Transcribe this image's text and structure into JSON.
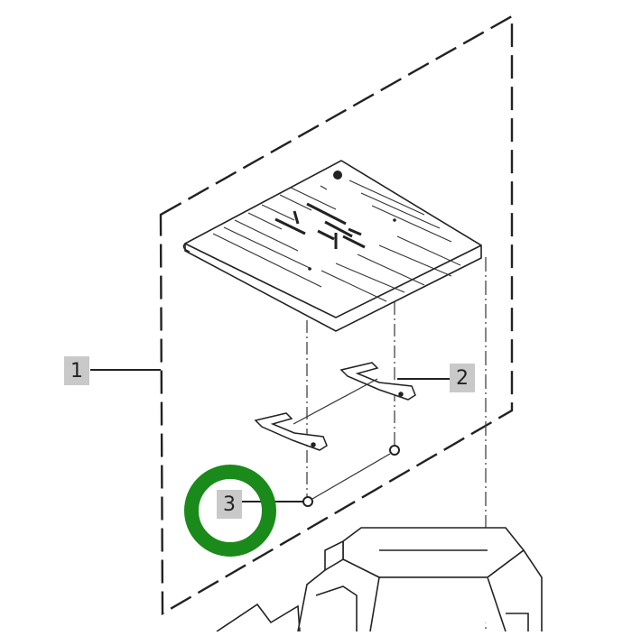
{
  "callouts": [
    {
      "id": "1",
      "label": "1"
    },
    {
      "id": "2",
      "label": "2"
    },
    {
      "id": "3",
      "label": "3"
    }
  ],
  "highlight": {
    "target": "3",
    "color": "#1a8a1a"
  },
  "colors": {
    "line": "#222222",
    "fill": "#ffffff",
    "callout_bg": "#c9c9c9"
  }
}
